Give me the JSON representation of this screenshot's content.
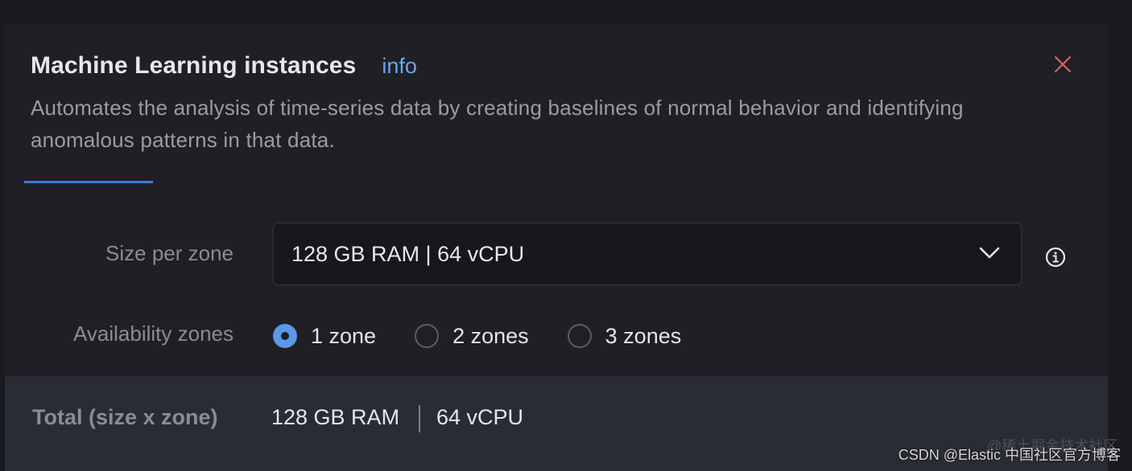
{
  "panel": {
    "title": "Machine Learning instances",
    "info_link": "info",
    "description": "Automates the analysis of time-series data by creating baselines of normal behavior and identifying anomalous patterns in that data."
  },
  "size": {
    "label": "Size per zone",
    "selected": "128 GB RAM | 64 vCPU"
  },
  "zones": {
    "label": "Availability zones",
    "options": [
      {
        "label": "1 zone",
        "checked": true
      },
      {
        "label": "2 zones",
        "checked": false
      },
      {
        "label": "3 zones",
        "checked": false
      }
    ]
  },
  "total": {
    "label": "Total (size x zone)",
    "ram": "128 GB RAM",
    "cpu": "64 vCPU"
  },
  "watermark": {
    "text": "CSDN @Elastic 中国社区官方博客",
    "faint_text": "@稀土掘金技术社区"
  },
  "colors": {
    "accent": "#5b98ea",
    "link": "#6aa6ee",
    "close": "#e0665e",
    "tab_underline": "#3b7bd8"
  },
  "icons": {
    "close": "close-icon",
    "chevron": "chevron-down-icon",
    "info": "info-circle-icon"
  }
}
